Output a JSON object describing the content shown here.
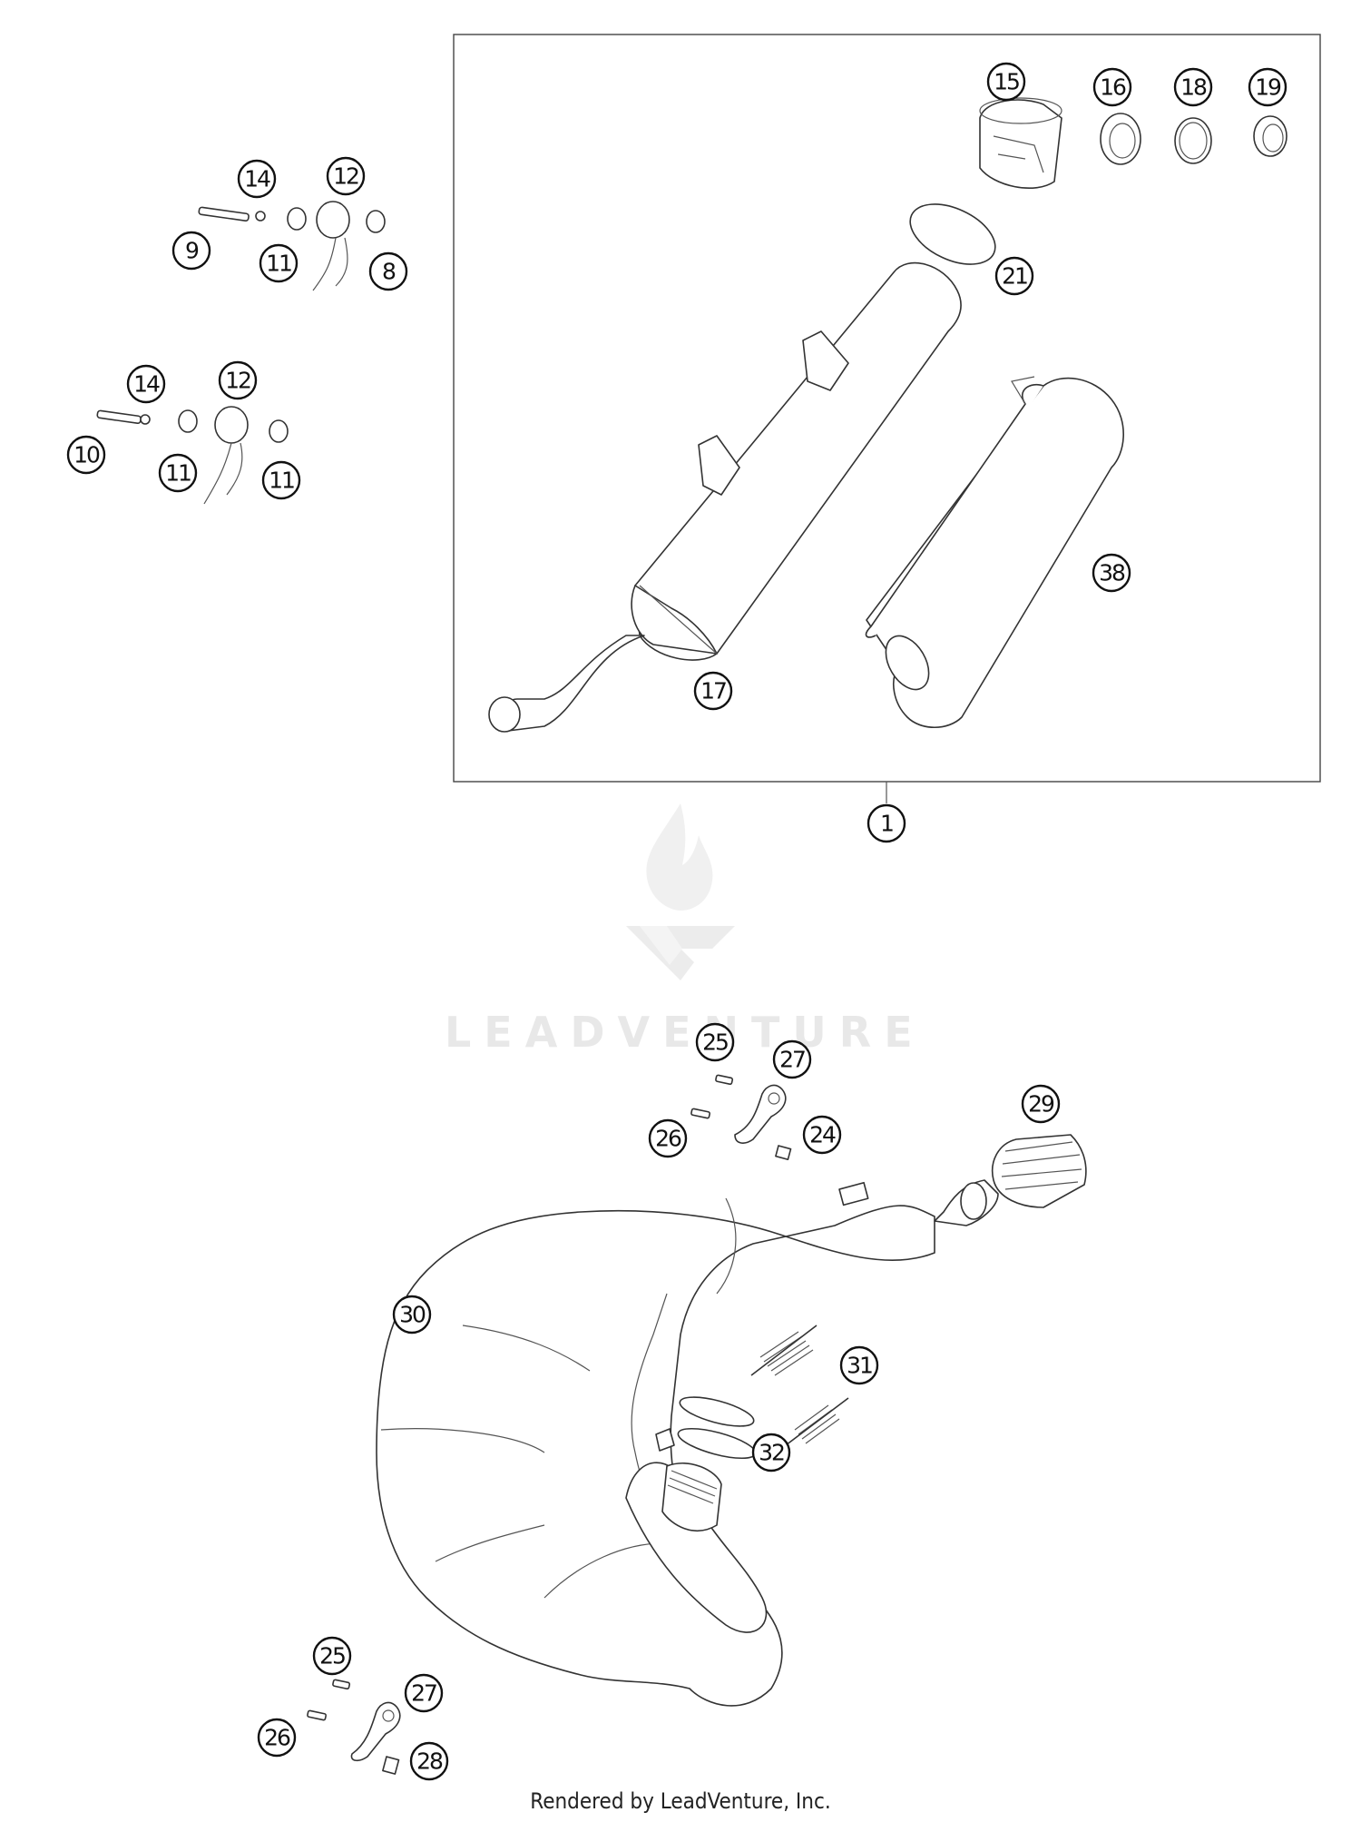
{
  "footer": {
    "text": "Rendered by LeadVenture, Inc."
  },
  "watermark": {
    "text": "LEADVENTURE"
  },
  "callouts": {
    "c15": "15",
    "c16": "16",
    "c18": "18",
    "c19": "19",
    "c14a": "14",
    "c12a": "12",
    "c9": "9",
    "c11a": "11",
    "c8": "8",
    "c14b": "14",
    "c12b": "12",
    "c10": "10",
    "c11b": "11",
    "c11c": "11",
    "c21": "21",
    "c38": "38",
    "c17": "17",
    "c1": "1",
    "c25a": "25",
    "c27a": "27",
    "c26a": "26",
    "c24": "24",
    "c29": "29",
    "c30": "30",
    "c31": "31",
    "c32": "32",
    "c25b": "25",
    "c27b": "27",
    "c26b": "26",
    "c28": "28"
  }
}
